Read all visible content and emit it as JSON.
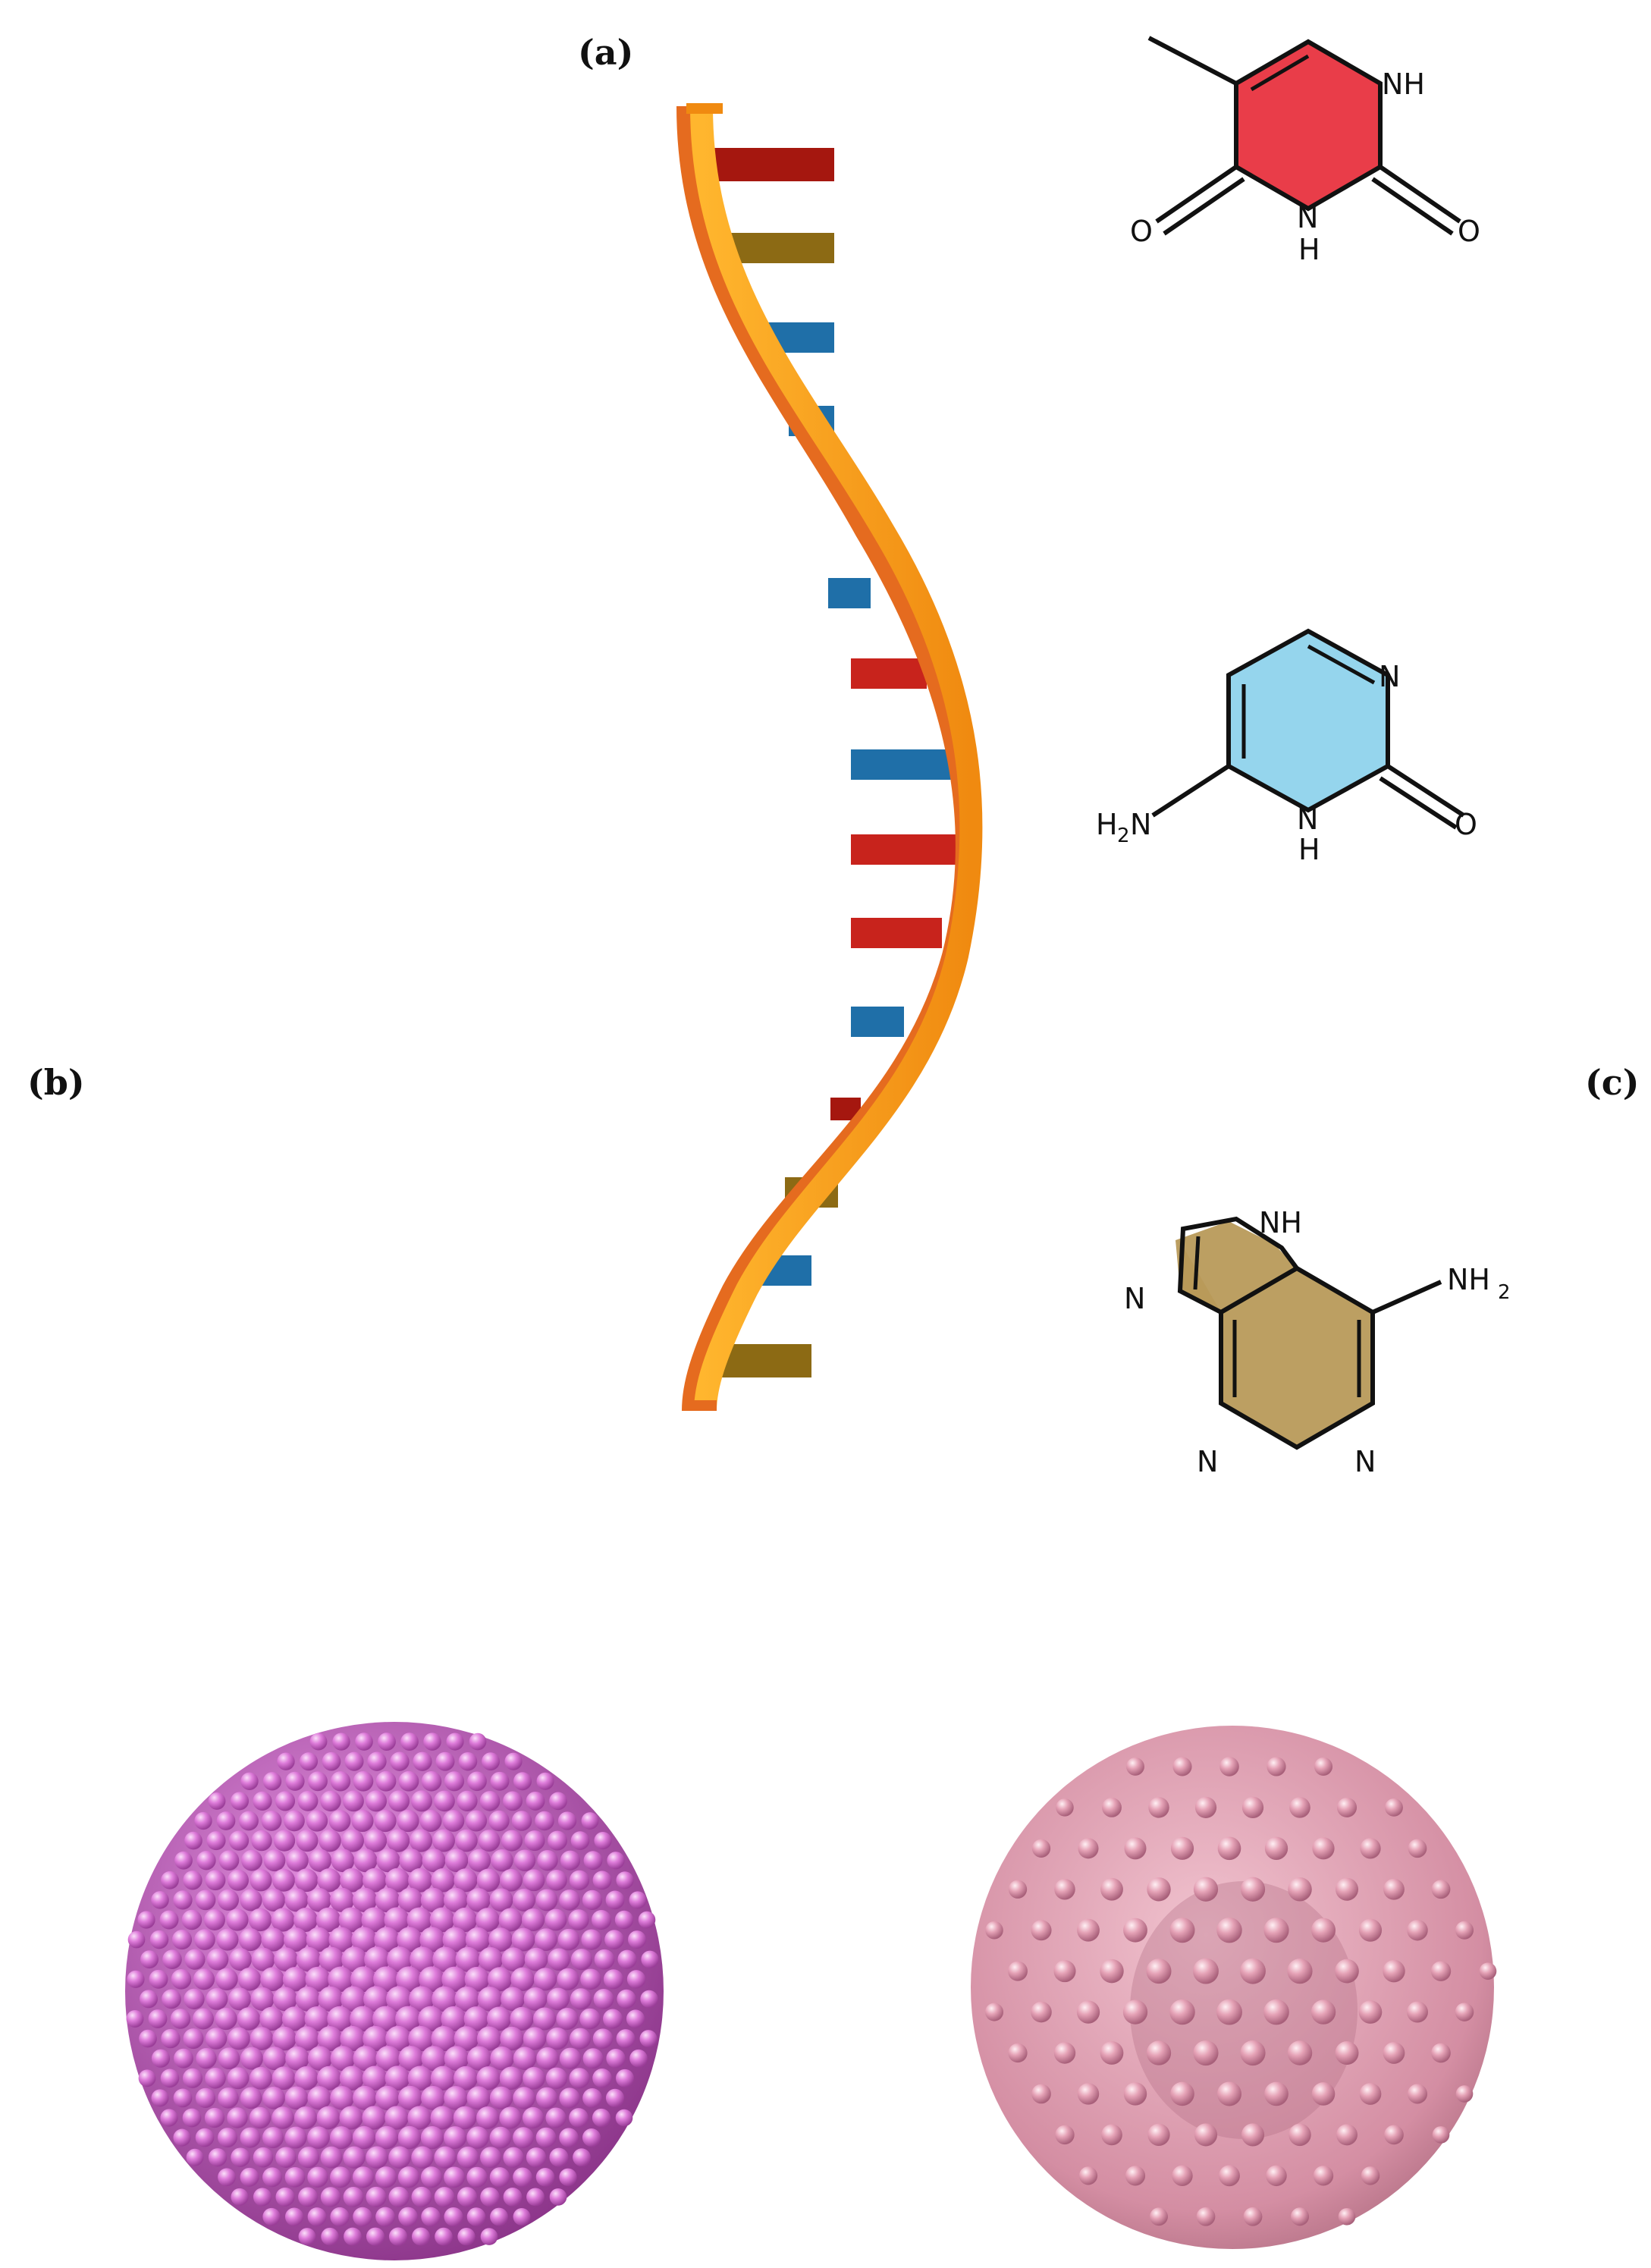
{
  "labels": {
    "a": "(a)",
    "b": "(b)",
    "c": "(c)"
  },
  "molecules": {
    "thymine": {
      "atoms": {
        "nh_top": "NH",
        "o_left": "O",
        "nh_bottom": "N",
        "h_bottom": "H",
        "o_right": "O"
      },
      "fill": "#e8333f"
    },
    "cytosine": {
      "atoms": {
        "n_top": "N",
        "h2n": "H",
        "h2n_sub": "2",
        "h2n_n": "N",
        "nh_bottom": "N",
        "h_bottom": "H",
        "o_right": "O"
      },
      "fill": "#8fd3ec"
    },
    "adenine": {
      "atoms": {
        "nh_top": "NH",
        "n_left": "N",
        "n_bottom_left": "N",
        "n_bottom_right": "N",
        "nh2": "NH",
        "nh2_sub": "2"
      },
      "fill": "#b89a5a"
    }
  },
  "colors": {
    "strand": "#f9a51a",
    "strand_dark": "#e56b1f",
    "red_base": "#c8231c",
    "blue_base": "#1f6fa8",
    "olive_base": "#8c6a14",
    "nanoparticle_b": "#d76fd2",
    "nanoparticle_c": "#e6a0b4"
  },
  "icons": {
    "dna": "dna-helix",
    "particle_b": "densely-coated-nanoparticle",
    "particle_c": "sparsely-coated-nanoparticle"
  }
}
